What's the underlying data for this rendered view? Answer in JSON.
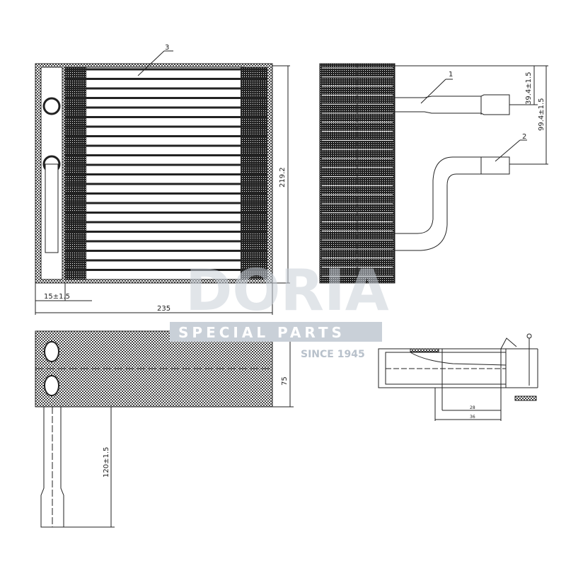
{
  "drawing": {
    "front_view": {
      "callout": "3",
      "height_dim": "219.2",
      "offset_dim": "15±1.5",
      "width_dim": "235"
    },
    "side_view": {
      "callout_pipe_1": "1",
      "callout_pipe_2": "2",
      "pipe1_dim": "39.4±1.5",
      "pipe2_dim": "99.4±1.5"
    },
    "bottom_view": {
      "depth_dim": "75",
      "pipe_length_dim": "120±1.5"
    },
    "detail_view": {
      "dim_inner": "28",
      "dim_outer": "36"
    }
  },
  "watermark": {
    "brand": "DORIA",
    "tagline": "SPECIAL PARTS",
    "since": "SINCE 1945"
  },
  "colors": {
    "line": "#222222",
    "watermark": "#c9d0d8"
  }
}
